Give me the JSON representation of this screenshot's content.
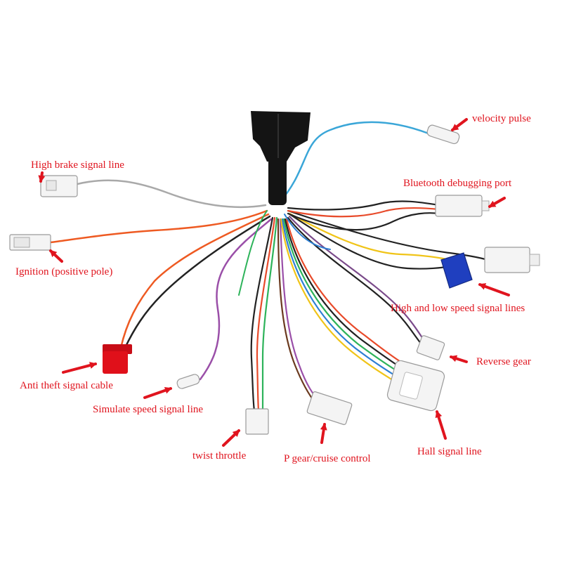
{
  "labels": {
    "velocity_pulse": "velocity pulse",
    "high_brake": "High brake signal line",
    "bluetooth": "Bluetooth debugging port",
    "ignition": "Ignition (positive pole)",
    "high_low_speed": "High and low speed signal lines",
    "reverse_gear": "Reverse gear",
    "anti_theft": "Anti theft signal cable",
    "simulate_speed": "Simulate speed signal line",
    "twist_throttle": "twist throttle",
    "p_gear": "P gear/cruise control",
    "hall_signal": "Hall signal line"
  },
  "colors": {
    "label_text": "#e0141e",
    "arrow": "#e0141e",
    "sheath": "#111111",
    "connector_white": "#f4f4f4",
    "connector_red": "#e0101a",
    "connector_blue": "#1f3fbf"
  }
}
